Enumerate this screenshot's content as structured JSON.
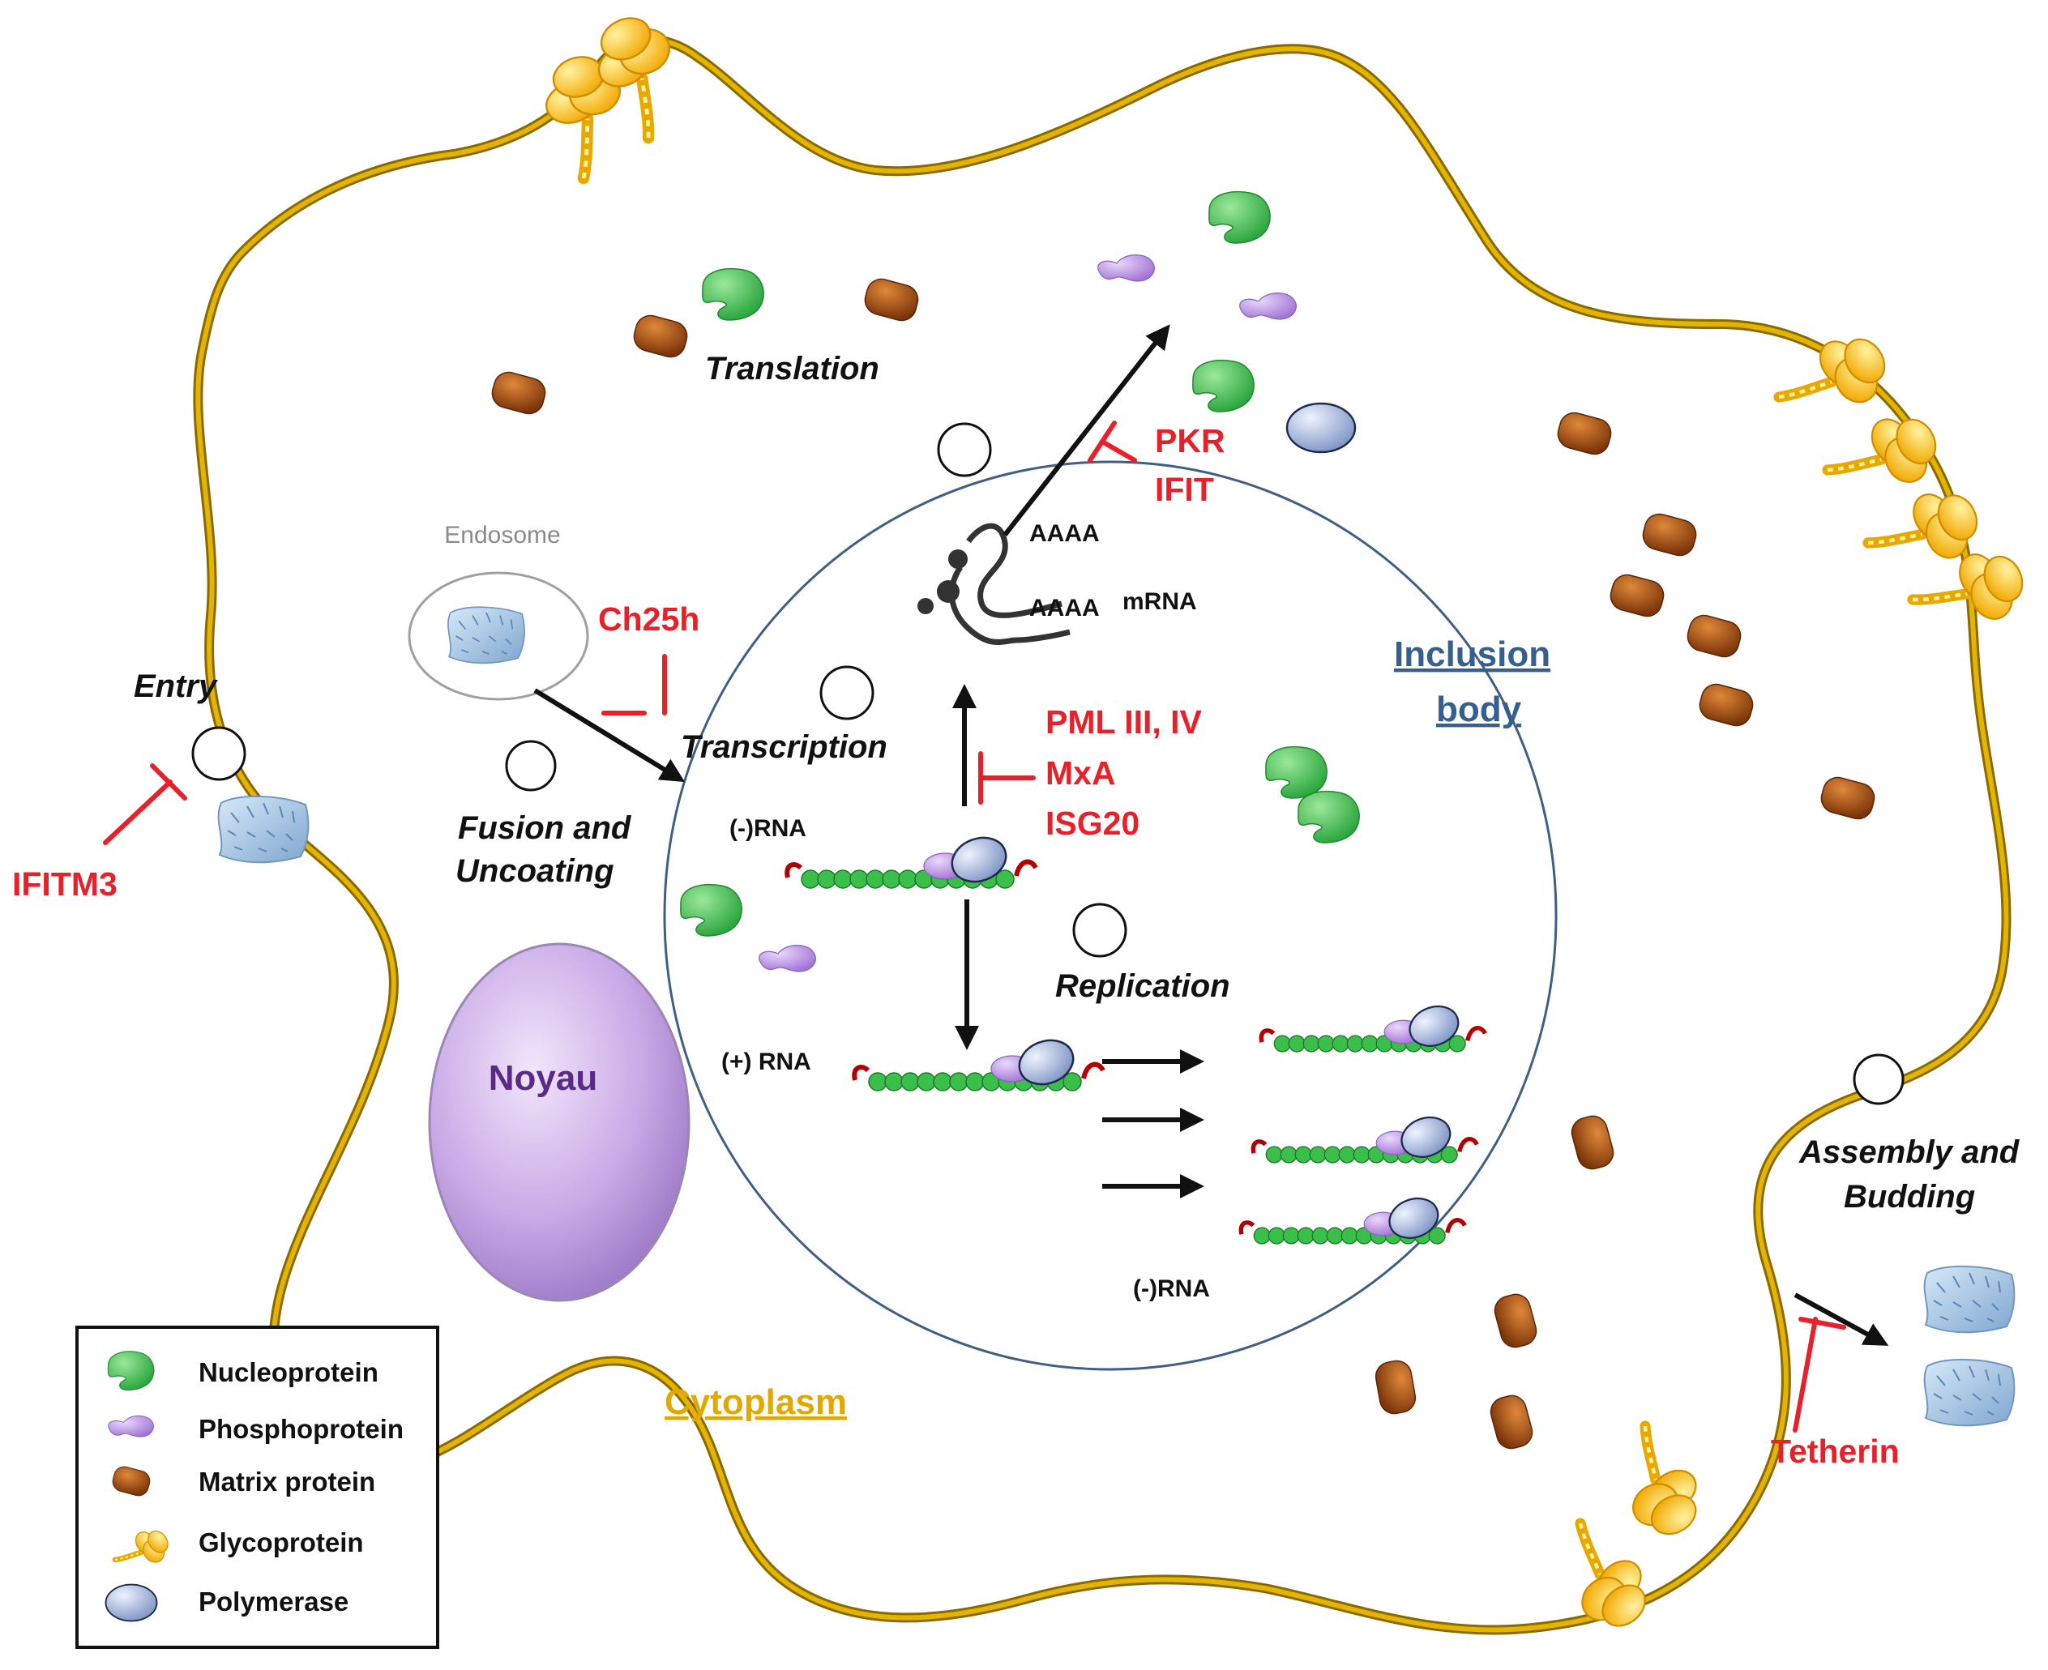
{
  "labels": {
    "translation": "Translation",
    "transcription": "Transcription",
    "entry": "Entry",
    "fusion_line1": "Fusion and",
    "fusion_line2": "Uncoating",
    "replication": "Replication",
    "assembly_line1": "Assembly and",
    "assembly_line2": "Budding",
    "endosome": "Endosome",
    "nucleus": "Noyau",
    "inclusion_line1": "Inclusion",
    "inclusion_line2": "body",
    "cytoplasm": "Cytoplasm"
  },
  "rna": {
    "minus_rna_top": "(-)RNA",
    "plus_rna": "(+) RNA",
    "minus_rna_bottom": "(-)RNA",
    "mrna": "mRNA",
    "polya_1": "AAAA",
    "polya_2": "AAAA"
  },
  "inhibitors": {
    "pkr": "PKR",
    "ifit": "IFIT",
    "ch25h": "Ch25h",
    "pml": "PML III, IV",
    "mxa": "MxA",
    "isg20": "ISG20",
    "ifitm3": "IFITM3",
    "tetherin": "Tetherin"
  },
  "legend": {
    "items": [
      {
        "label": "Nucleoprotein",
        "icon": "nucleoprotein-icon"
      },
      {
        "label": "Phosphoprotein",
        "icon": "phosphoprotein-icon"
      },
      {
        "label": "Matrix protein",
        "icon": "matrix-protein-icon"
      },
      {
        "label": "Glycoprotein",
        "icon": "glycoprotein-icon"
      },
      {
        "label": "Polymerase",
        "icon": "polymerase-icon"
      }
    ]
  },
  "colors": {
    "membrane": "#b58a00",
    "inhibitor": "#e8202a",
    "inclusion_body_outline": "#3f5f86",
    "inclusion_body_label": "#365f91",
    "cytoplasm_label": "#e0a800",
    "nucleus_text": "#5a2a87",
    "nucleoprotein": "#3fbf4f",
    "phosphoprotein": "#b98ae0",
    "matrix_protein": "#9a4a10",
    "polymerase": "#a9bde0",
    "glycoprotein": "#f7b800"
  }
}
